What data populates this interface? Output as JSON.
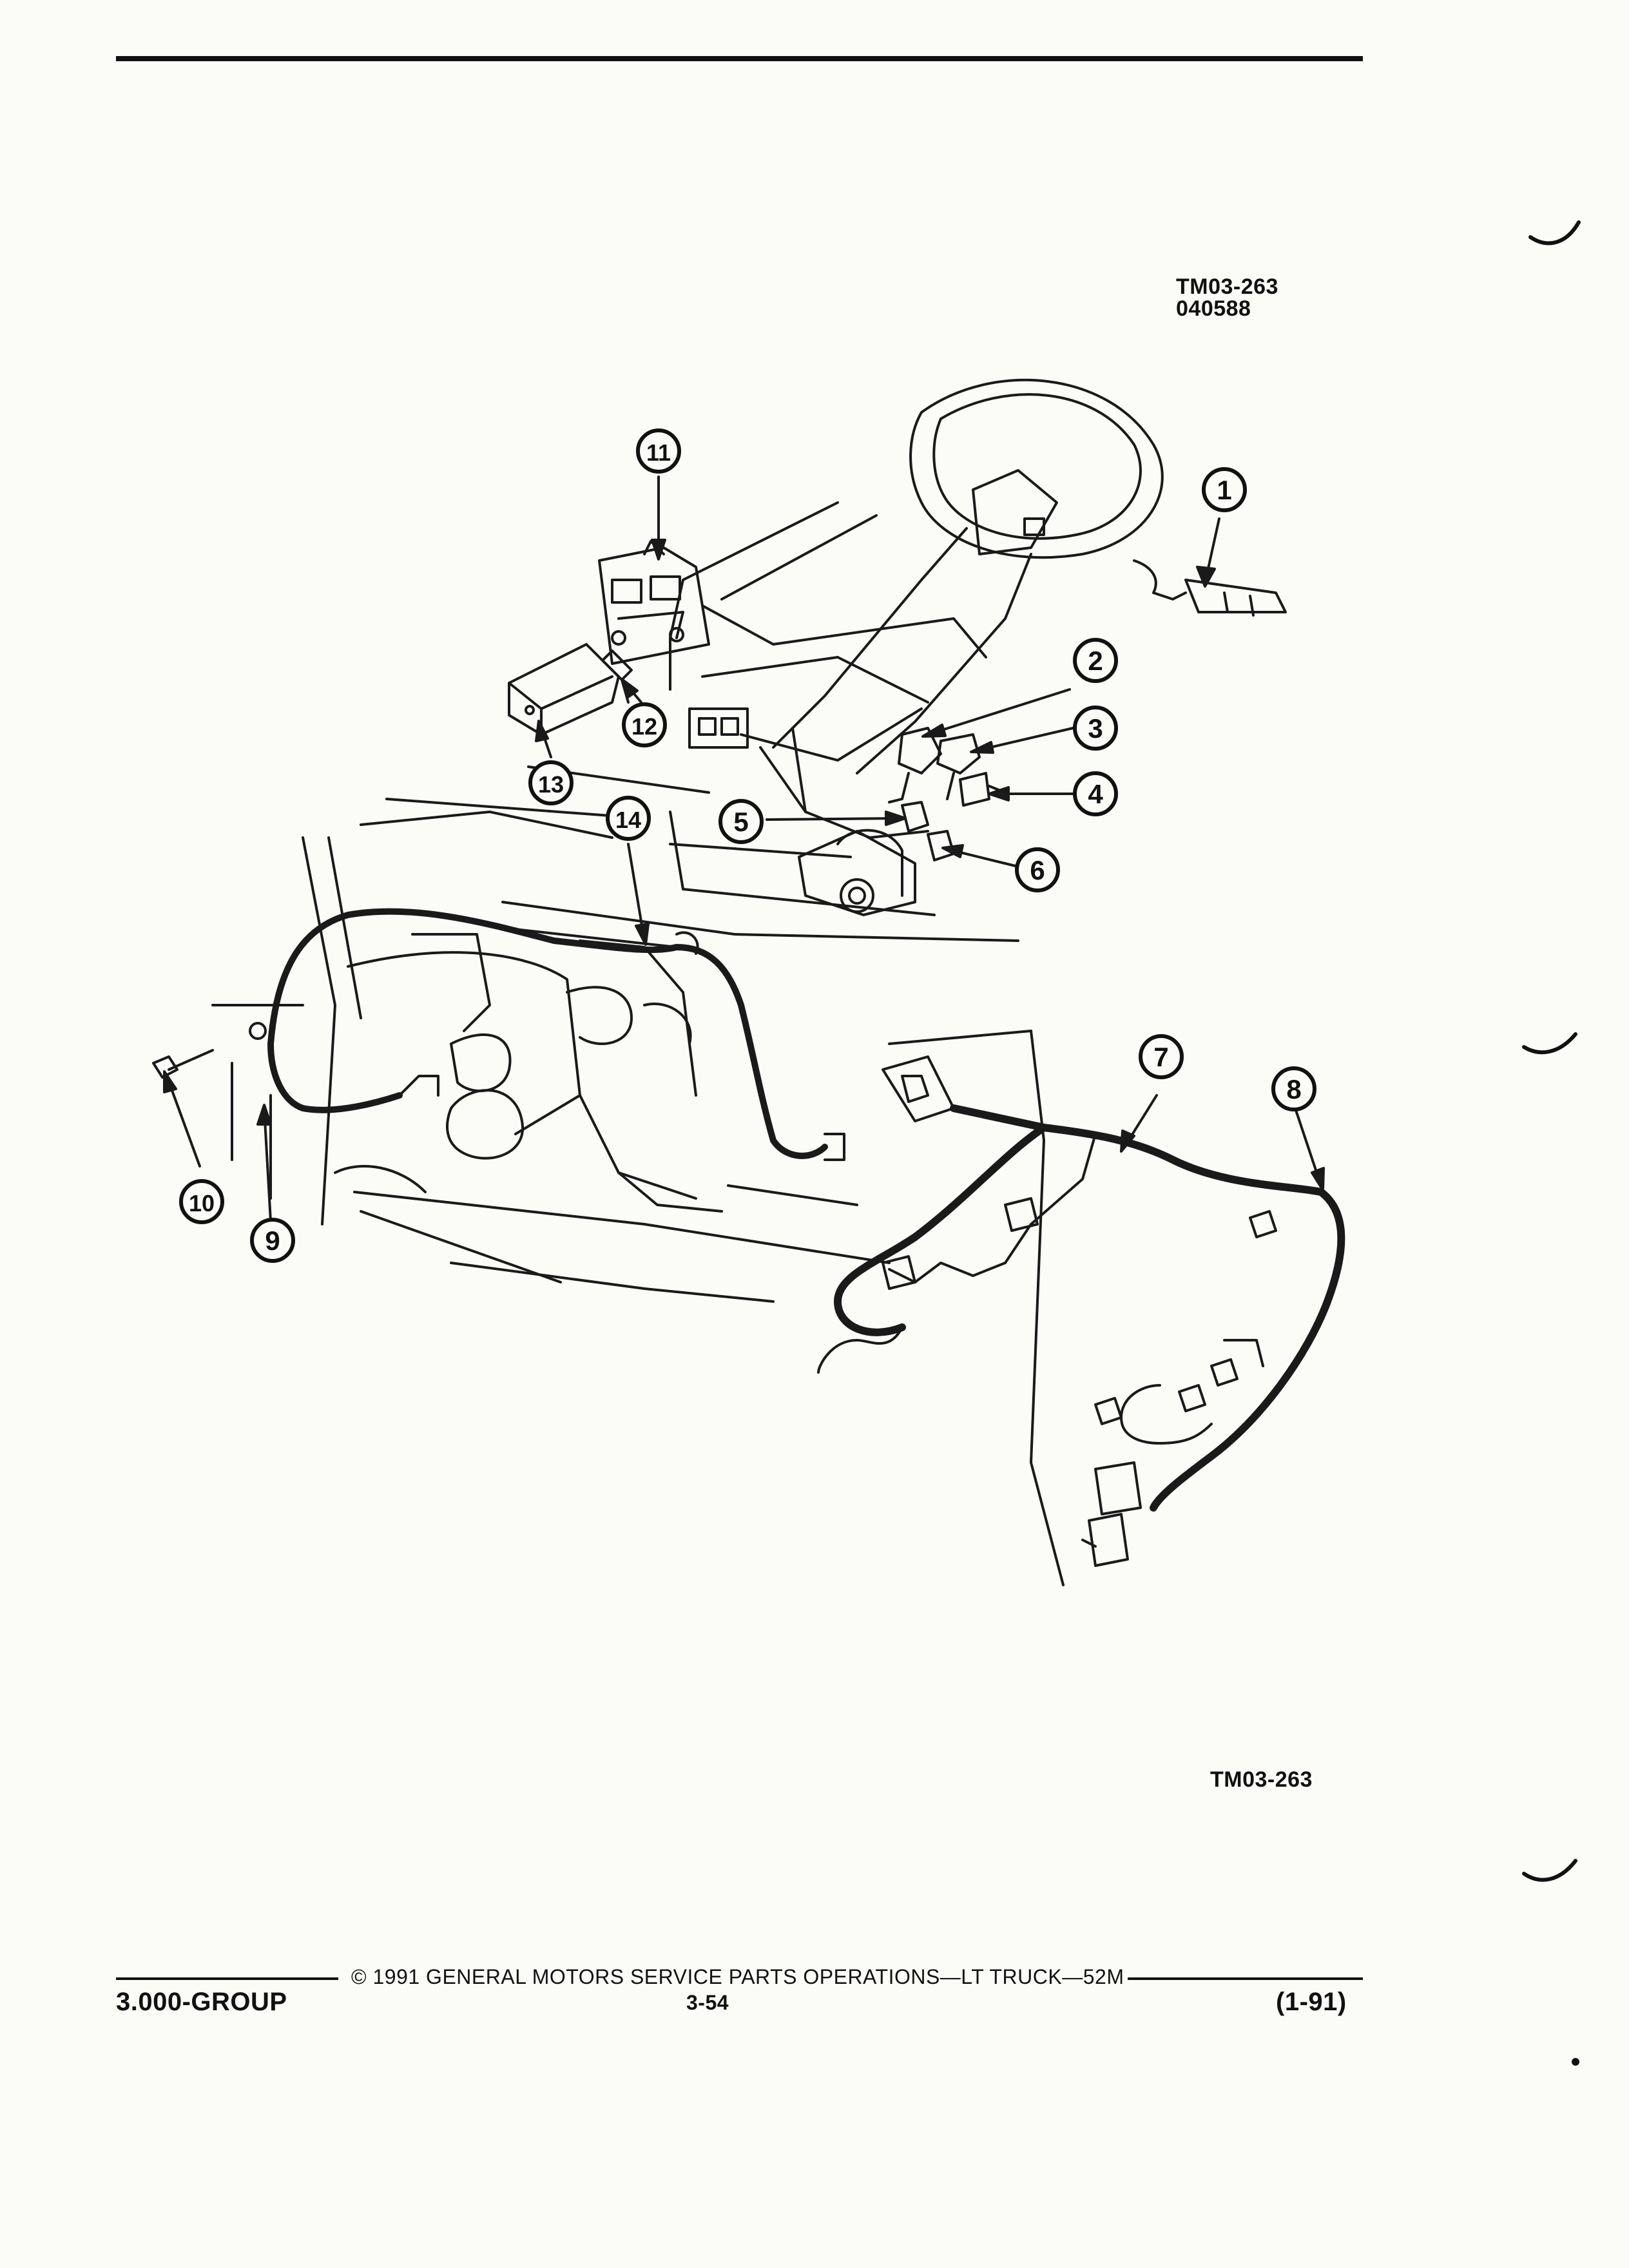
{
  "reference": {
    "top_line_1": "TM03-263",
    "top_line_2": "040588",
    "bottom": "TM03-263"
  },
  "callouts": [
    "1",
    "2",
    "3",
    "4",
    "5",
    "6",
    "7",
    "8",
    "9",
    "10",
    "11",
    "12",
    "13",
    "14"
  ],
  "footer": {
    "copyright": "© 1991 GENERAL MOTORS SERVICE PARTS OPERATIONS—LT TRUCK—52M",
    "group": "3.000-GROUP",
    "page": "3-54",
    "date": "(1-91)"
  }
}
